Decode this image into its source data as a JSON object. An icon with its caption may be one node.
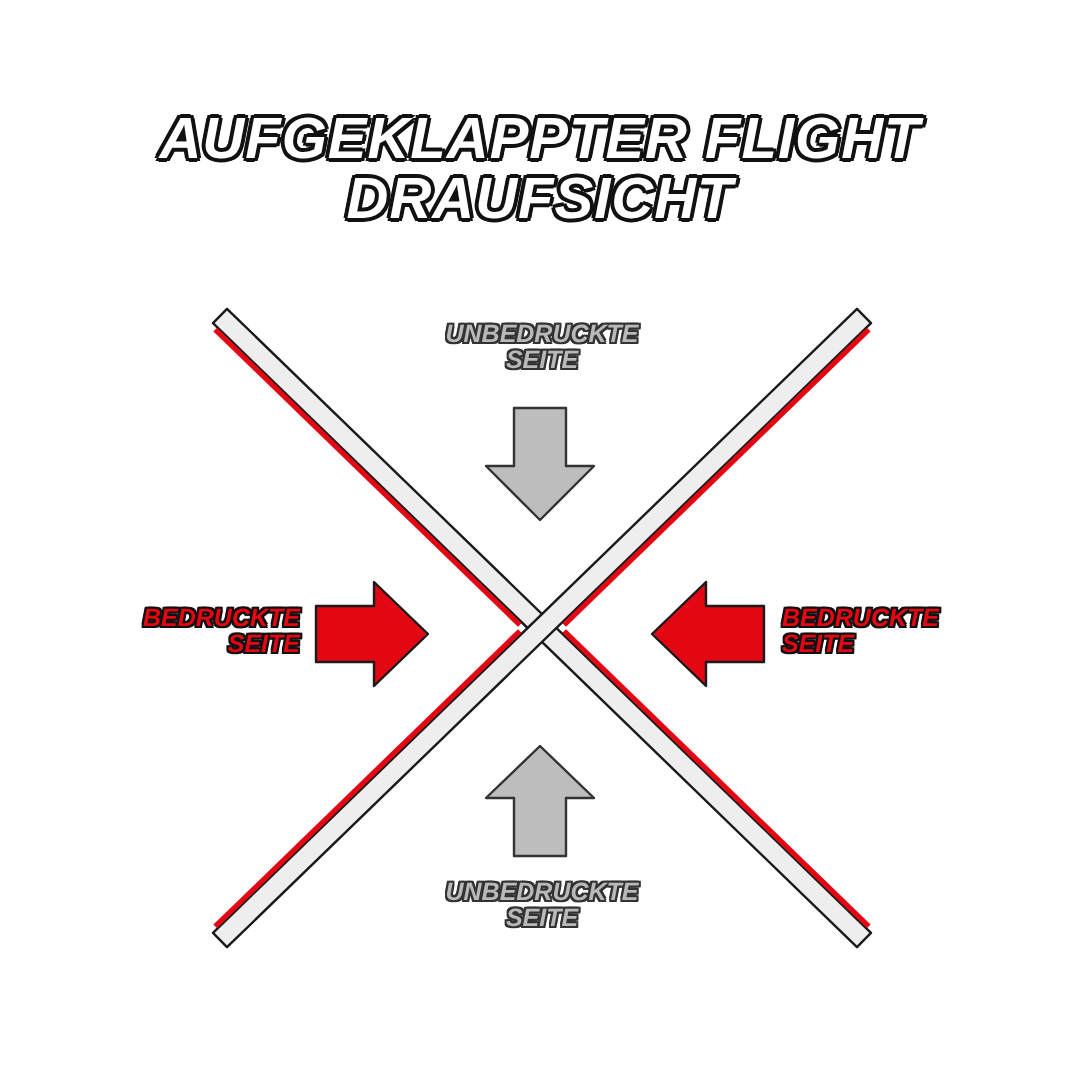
{
  "diagram": {
    "title": "AUFGEKLAPPTER FLIGHT DRAUFSICHT",
    "labels": [
      "UNBEDRUCKTE SEITE",
      "BEDRUCKTE SEITE",
      "BEDRUCKTE SEITE",
      "UNBEDRUCKTE SEITE"
    ]
  }
}
